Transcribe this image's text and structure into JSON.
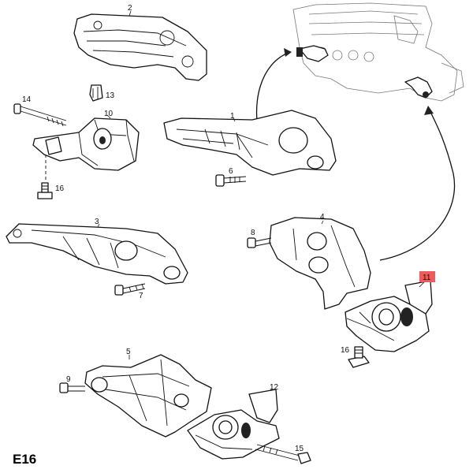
{
  "callouts": {
    "c1": "1",
    "c2": "2",
    "c3": "3",
    "c4": "4",
    "c5": "5",
    "c6": "6",
    "c7": "7",
    "c8": "8",
    "c9": "9",
    "c10": "10",
    "c11": "11",
    "c12": "12",
    "c13": "13",
    "c14": "14",
    "c15": "15",
    "c16a": "16",
    "c16b": "16"
  },
  "highlight": {
    "callout": "11",
    "color": "#f05a5a"
  },
  "diagram_code": "E16"
}
